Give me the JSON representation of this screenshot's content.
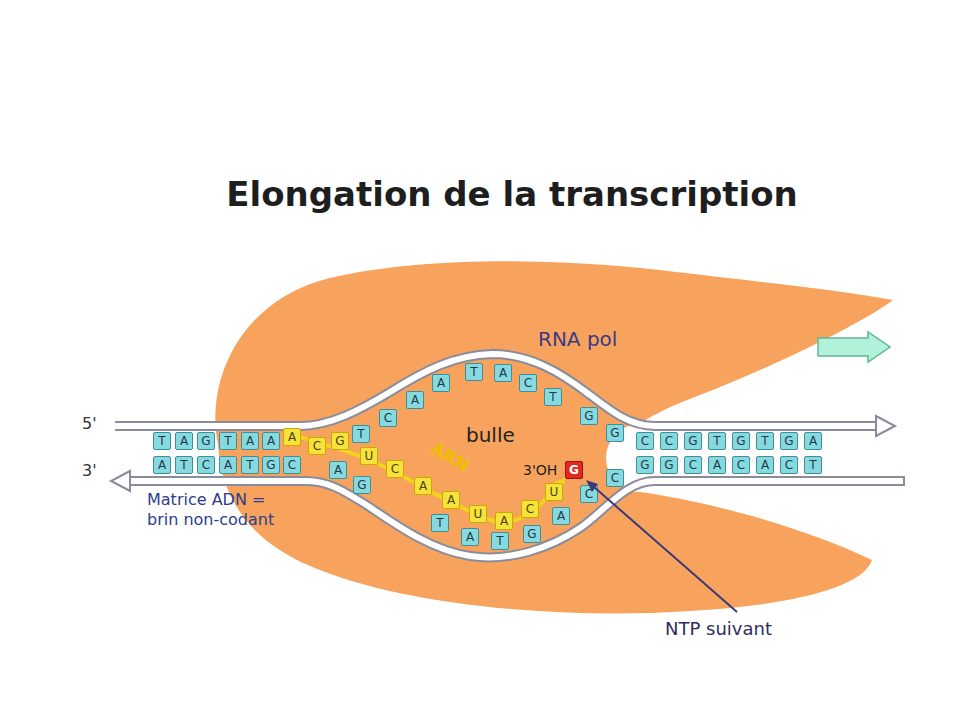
{
  "diagram": {
    "title": "Elongation de la transcription",
    "nodes": [
      {
        "text": [
          "RNA pol"
        ]
      },
      {
        "text": [
          "T"
        ]
      },
      {
        "text": [
          "A"
        ]
      },
      {
        "text": [
          "G"
        ]
      },
      {
        "text": [
          "T"
        ]
      },
      {
        "text": [
          "A"
        ]
      },
      {
        "text": [
          "A"
        ]
      },
      {
        "text": [
          "A"
        ]
      },
      {
        "text": [
          "T"
        ]
      },
      {
        "text": [
          "C"
        ]
      },
      {
        "text": [
          "A"
        ]
      },
      {
        "text": [
          "T"
        ]
      },
      {
        "text": [
          "G"
        ]
      },
      {
        "text": [
          "C"
        ]
      },
      {
        "text": [
          "A"
        ]
      },
      {
        "text": [
          "C"
        ]
      },
      {
        "text": [
          "G"
        ]
      },
      {
        "text": [
          "U"
        ]
      },
      {
        "text": [
          "C"
        ]
      },
      {
        "text": [
          "A"
        ]
      },
      {
        "text": [
          "A"
        ]
      },
      {
        "text": [
          "U"
        ]
      },
      {
        "text": [
          "A"
        ]
      },
      {
        "text": [
          "C"
        ]
      },
      {
        "text": [
          "U"
        ]
      },
      {
        "text": [
          "T"
        ]
      },
      {
        "text": [
          "C"
        ]
      },
      {
        "text": [
          "A"
        ]
      },
      {
        "text": [
          "A"
        ]
      },
      {
        "text": [
          "T"
        ]
      },
      {
        "text": [
          "A"
        ]
      },
      {
        "text": [
          "C"
        ]
      },
      {
        "text": [
          "T"
        ]
      },
      {
        "text": [
          "G"
        ]
      },
      {
        "text": [
          "G"
        ]
      },
      {
        "text": [
          "A"
        ]
      },
      {
        "text": [
          "G"
        ]
      },
      {
        "text": [
          "T"
        ]
      },
      {
        "text": [
          "A"
        ]
      },
      {
        "text": [
          "T"
        ]
      },
      {
        "text": [
          "G"
        ]
      },
      {
        "text": [
          "A"
        ]
      },
      {
        "text": [
          "C"
        ]
      },
      {
        "text": [
          "C"
        ]
      },
      {
        "text": [
          "G"
        ]
      },
      {
        "text": [
          "C"
        ]
      },
      {
        "text": [
          "C"
        ]
      },
      {
        "text": [
          "G"
        ]
      },
      {
        "text": [
          "T"
        ]
      },
      {
        "text": [
          "G"
        ]
      },
      {
        "text": [
          "T"
        ]
      },
      {
        "text": [
          "G"
        ]
      },
      {
        "text": [
          "A"
        ]
      },
      {
        "text": [
          "G"
        ]
      },
      {
        "text": [
          "G"
        ]
      },
      {
        "text": [
          "C"
        ]
      },
      {
        "text": [
          "A"
        ]
      },
      {
        "text": [
          "C"
        ]
      },
      {
        "text": [
          "A"
        ]
      },
      {
        "text": [
          "C"
        ]
      },
      {
        "text": [
          "T"
        ]
      }
    ],
    "labels": [
      "5'",
      "3'",
      "Matrice ADN = brin non-codant",
      "bulle",
      "ARN",
      "3'OH",
      "NTP suivant"
    ]
  }
}
